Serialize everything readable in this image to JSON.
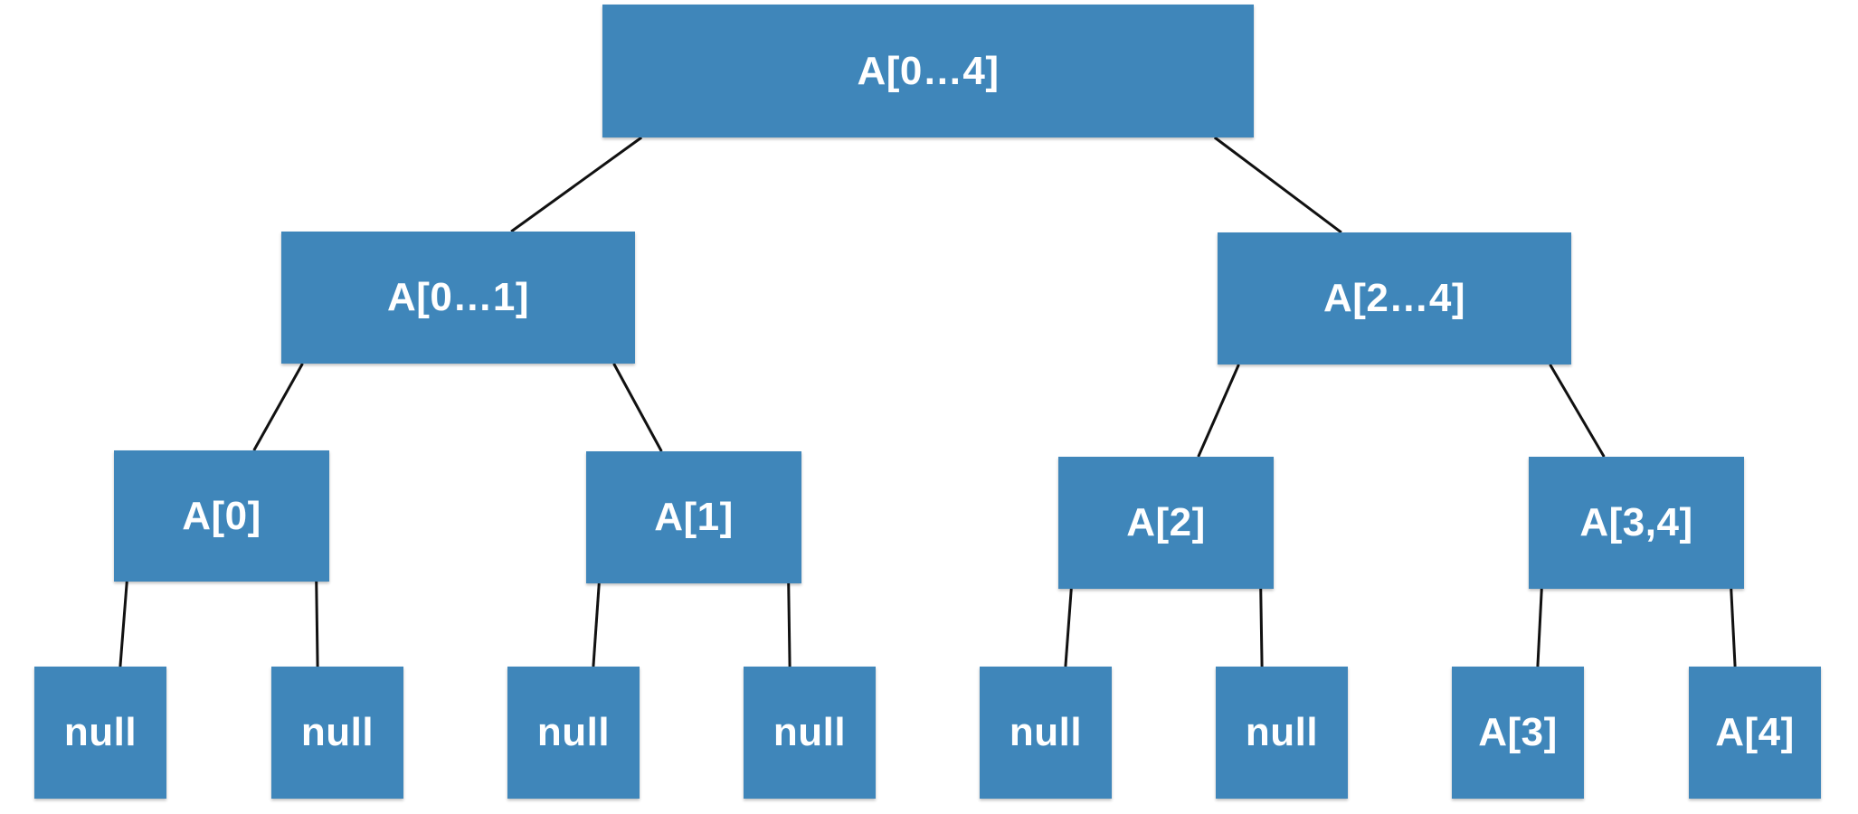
{
  "node_color": "#3f86ba",
  "edge_color": "#111111",
  "nodes": {
    "root": "A[0…4]",
    "a01": "A[0…1]",
    "a24": "A[2…4]",
    "a0": "A[0]",
    "a1": "A[1]",
    "a2": "A[2]",
    "a34": "A[3,4]",
    "n1": "null",
    "n2": "null",
    "n3": "null",
    "n4": "null",
    "n5": "null",
    "n6": "null",
    "a3": "A[3]",
    "a4": "A[4]"
  },
  "edges": [
    [
      "root",
      "a01"
    ],
    [
      "root",
      "a24"
    ],
    [
      "a01",
      "a0"
    ],
    [
      "a01",
      "a1"
    ],
    [
      "a24",
      "a2"
    ],
    [
      "a24",
      "a34"
    ],
    [
      "a0",
      "n1"
    ],
    [
      "a0",
      "n2"
    ],
    [
      "a1",
      "n3"
    ],
    [
      "a1",
      "n4"
    ],
    [
      "a2",
      "n5"
    ],
    [
      "a2",
      "n6"
    ],
    [
      "a34",
      "a3"
    ],
    [
      "a34",
      "a4"
    ]
  ]
}
